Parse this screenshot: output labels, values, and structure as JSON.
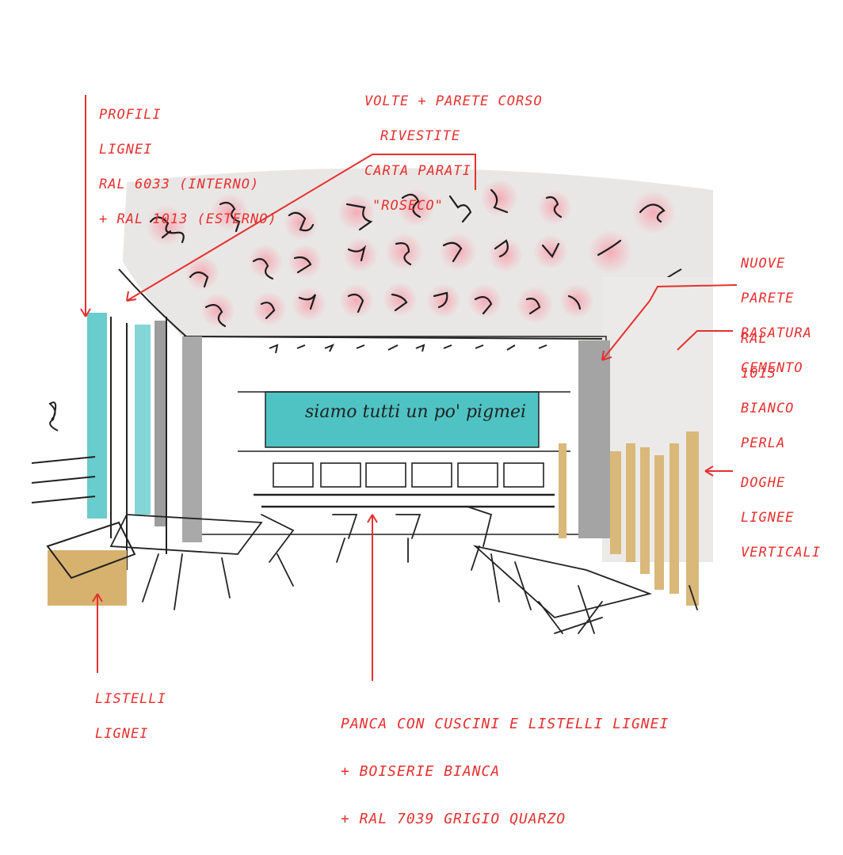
{
  "annotations": {
    "profili": [
      "PROFILI",
      "LIGNEI",
      "RAL 6033 (INTERNO)",
      "+ RAL 1013 (ESTERNO)"
    ],
    "volte": [
      "VOLTE + PARETE CORSO",
      "RIVESTITE",
      "CARTA PARATI",
      "\"ROSECO\""
    ],
    "nuove_pareti": [
      "NUOVE",
      "PARETE",
      "RASATURA",
      "CEMENTO"
    ],
    "ral_1013": [
      "RAL",
      "1013",
      "BIANCO",
      "PERLA"
    ],
    "doghe": [
      "DOGHE",
      "LIGNEE",
      "VERTICALI"
    ],
    "listelli": [
      "LISTELLI",
      "LIGNEI"
    ],
    "panca": [
      "PANCA CON CUSCINI E LISTELLI LIGNEI",
      "+ BOISERIE BIANCA",
      "+ RAL 7039 GRIGIO QUARZO"
    ]
  },
  "wall_text": "siamo tutti un po' pigmei",
  "colors": {
    "ink": "#1f1f1f",
    "annotation_red": "#e5302f",
    "teal_panel": "#4fc3c4",
    "wood": "#d9b87a",
    "ceiling_grey": "#e8e6e4",
    "pink_glow": "#f6b7bf",
    "wall_grey": "#a9a9a9"
  }
}
